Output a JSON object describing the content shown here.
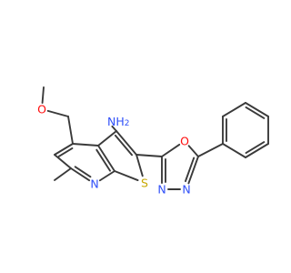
{
  "molecule": {
    "atoms": [
      {
        "id": "o_methoxy",
        "label": "O",
        "color": "#ff0d0d"
      },
      {
        "id": "nh2",
        "label": "NH",
        "subscript": "2",
        "color": "#3050f8"
      },
      {
        "id": "o_oxadiazole",
        "label": "O",
        "color": "#ff0d0d"
      },
      {
        "id": "n_pyridine",
        "label": "N",
        "color": "#3050f8"
      },
      {
        "id": "s_thiophene",
        "label": "S",
        "color": "#c8a800"
      },
      {
        "id": "n3_oxadiazole",
        "label": "N",
        "color": "#3050f8"
      },
      {
        "id": "n4_oxadiazole",
        "label": "N",
        "color": "#3050f8"
      }
    ],
    "bond_color": "#3a3a3a",
    "background": "#ffffff"
  }
}
